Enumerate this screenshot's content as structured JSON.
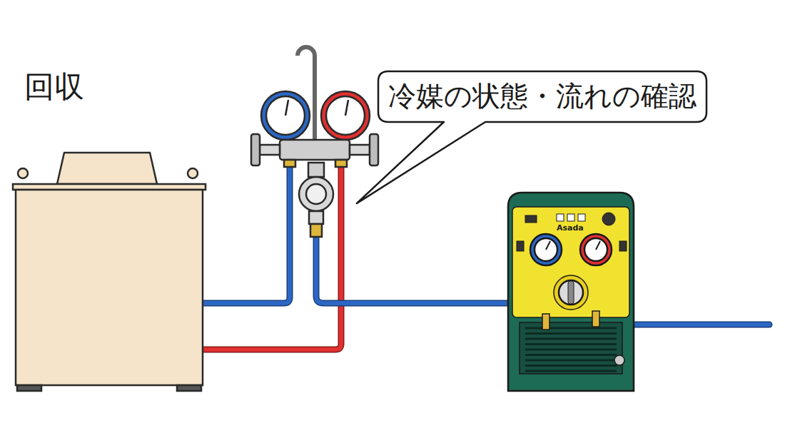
{
  "diagram": {
    "title": "回収",
    "nodes": [
      {
        "text": [
          "冷媒の状態・流れの確認"
        ]
      }
    ],
    "labels": [
      "Asada"
    ]
  }
}
